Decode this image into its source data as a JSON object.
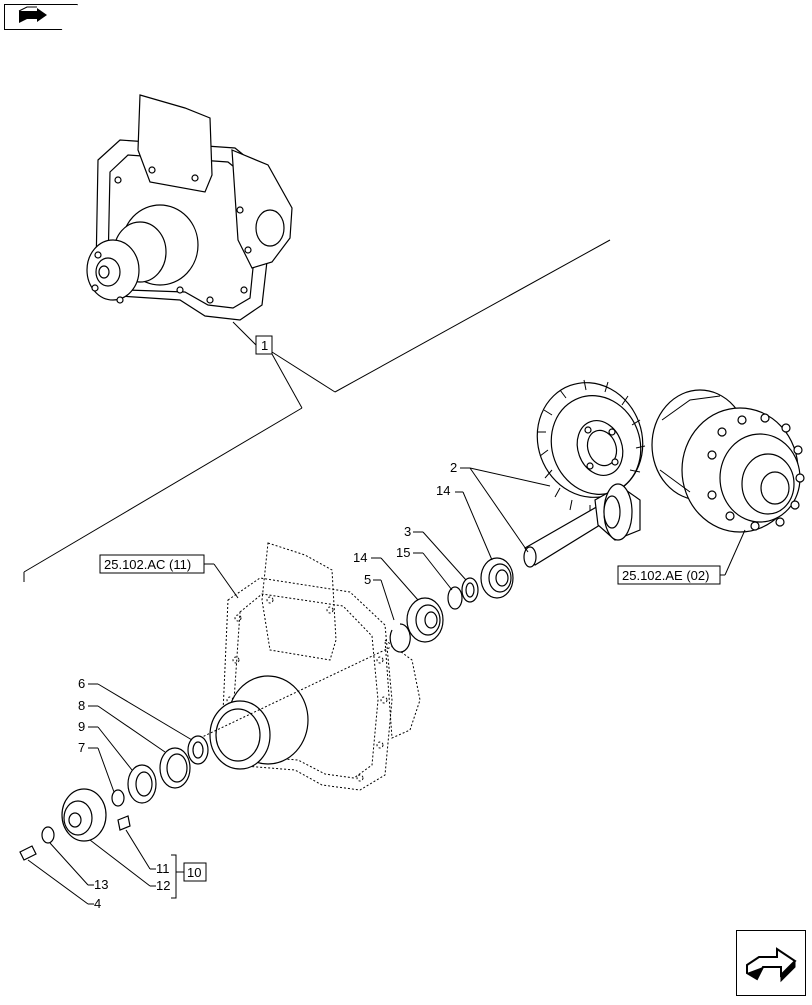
{
  "labels": {
    "item_1": "1",
    "item_2": "2",
    "item_3": "3",
    "item_4": "4",
    "item_5": "5",
    "item_6": "6",
    "item_7": "7",
    "item_8": "8",
    "item_9": "9",
    "item_10": "10",
    "item_11": "11",
    "item_12": "12",
    "item_13": "13",
    "item_14a": "14",
    "item_14b": "14",
    "item_15": "15",
    "ref_ac": "25.102.AC (11)",
    "ref_ae": "25.102.AE (02)"
  },
  "icons": {
    "back": "back-arrow-icon",
    "next": "next-arrow-icon"
  }
}
